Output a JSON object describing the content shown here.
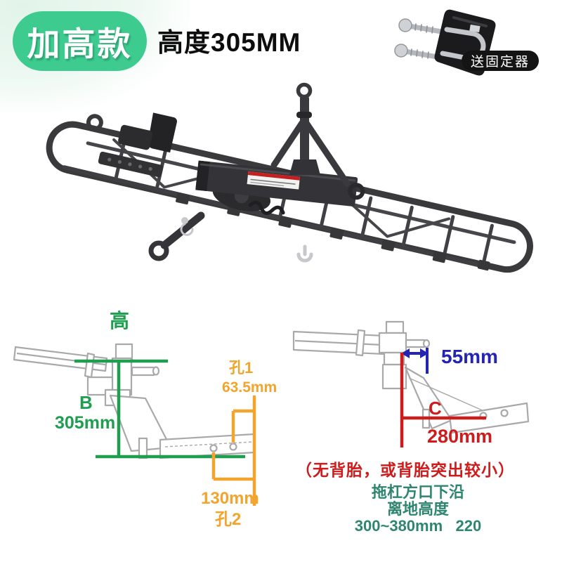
{
  "header": {
    "badge_label": "加高款",
    "badge_color": "#3ecb90",
    "title": "高度305MM",
    "gift_label": "送固定器"
  },
  "product": {
    "image_name": "black-motorcycle-hitch-carrier-rack-photo"
  },
  "diagram_left": {
    "top_label": "高",
    "dim_b_label": "B",
    "dim_b_value": "305mm",
    "hole1_label": "孔1",
    "hole1_value": "63.5mm",
    "hole2_value": "130mm",
    "hole2_label": "孔2",
    "green_color": "#1f9e50",
    "orange_color": "#f2a42d",
    "drawing_color": "#a9a9a9"
  },
  "diagram_right": {
    "offset_value": "55mm",
    "dim_c_label": "C",
    "dim_c_value": "280mm",
    "blue_color": "#2424b4",
    "red_color": "#ce1b1b",
    "drawing_color": "#a9a9a9"
  },
  "notes": {
    "red_note": "（无背胎，或背胎突出较小）",
    "green_line1": "拖杠方口下沿",
    "green_line2": "离地高度",
    "green_line3": "300~380mm   220",
    "green_color": "#2e8570"
  }
}
